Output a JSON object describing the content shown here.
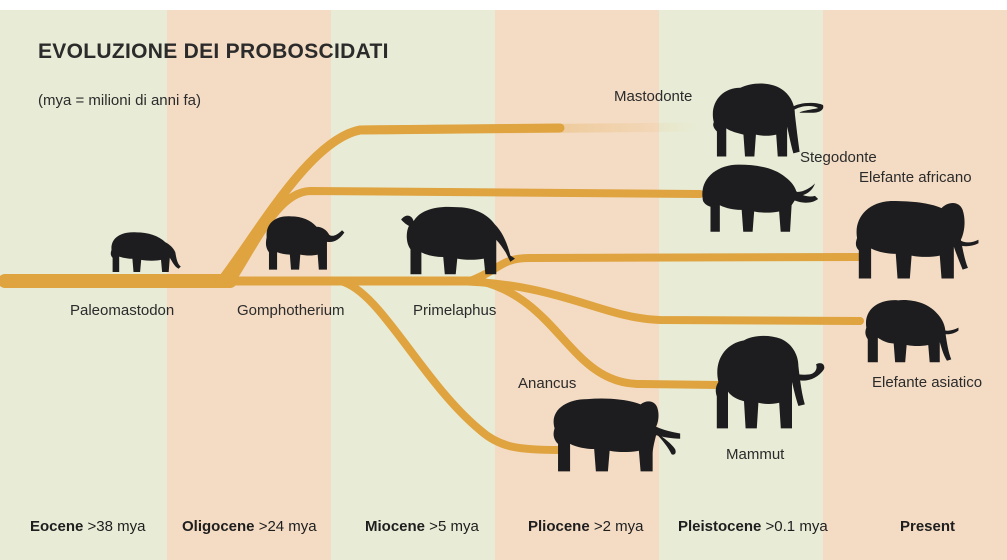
{
  "title": "EVOLUZIONE DEI PROBOSCIDATI",
  "subtitle": "(mya = milioni di anni fa)",
  "colors": {
    "band_green": "#e8ecd6",
    "band_orange": "#f4dcc4",
    "branch": "#dfa33f",
    "silhouette": "#1d1d1f",
    "text": "#2b2b2b"
  },
  "epochs": [
    {
      "name": "Eocene",
      "age": " >38 mya"
    },
    {
      "name": "Oligocene",
      "age": " >24 mya"
    },
    {
      "name": "Miocene",
      "age": " >5 mya"
    },
    {
      "name": "Pliocene",
      "age": " >2 mya"
    },
    {
      "name": "Pleistocene",
      "age": " >0.1 mya"
    },
    {
      "name": "Present",
      "age": ""
    }
  ],
  "species": {
    "paleomastodon": "Paleomastodon",
    "gomphotherium": "Gomphotherium",
    "primelaphus": "Primelaphus",
    "mastodonte": "Mastodonte",
    "stegodonte": "Stegodonte",
    "elefante_africano": "Elefante africano",
    "elefante_asiatico": "Elefante asiatico",
    "anancus": "Anancus",
    "mammut": "Mammut"
  }
}
